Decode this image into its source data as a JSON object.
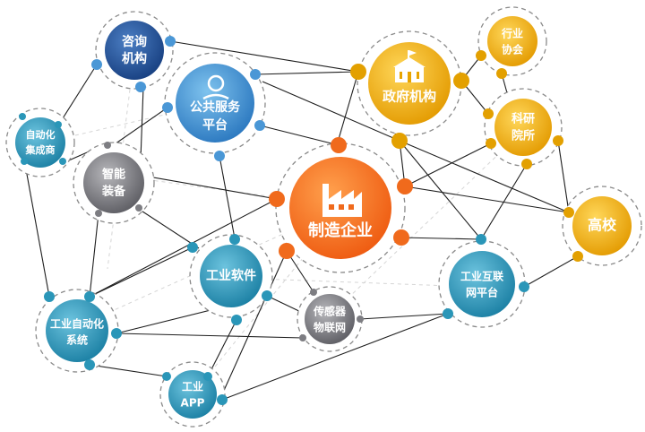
{
  "nodes": {
    "consulting": {
      "line1": "咨询",
      "line2": "机构",
      "color": "#1e4e93"
    },
    "public_service": {
      "line1": "公共服务",
      "line2": "平台",
      "color": "#2e82c8"
    },
    "government": {
      "line1": "政府机构",
      "color": "#e8a400"
    },
    "industry_assoc": {
      "line1": "行业",
      "line2": "协会",
      "color": "#e8a400"
    },
    "research": {
      "line1": "科研",
      "line2": "院所",
      "color": "#e8a400"
    },
    "university": {
      "line1": "高校",
      "color": "#e8a400"
    },
    "automation_integrator": {
      "line1": "自动化",
      "line2": "集成商",
      "color": "#1f8fb0"
    },
    "smart_equipment": {
      "line1": "智能",
      "line2": "装备",
      "color": "#6d6d72"
    },
    "manufacturing": {
      "line1": "制造企业",
      "color": "#f06a1c"
    },
    "industrial_software": {
      "line1": "工业软件",
      "color": "#1f8fb0"
    },
    "industrial_internet": {
      "line1": "工业互联",
      "line2": "网平台",
      "color": "#1f8fb0"
    },
    "industrial_automation": {
      "line1": "工业自动化",
      "line2": "系统",
      "color": "#1f8fb0"
    },
    "sensor_iot": {
      "line1": "传感器",
      "line2": "物联网",
      "color": "#6d6d72"
    },
    "industrial_app": {
      "line1": "工业",
      "line2": "APP",
      "color": "#1f8fb0"
    }
  }
}
